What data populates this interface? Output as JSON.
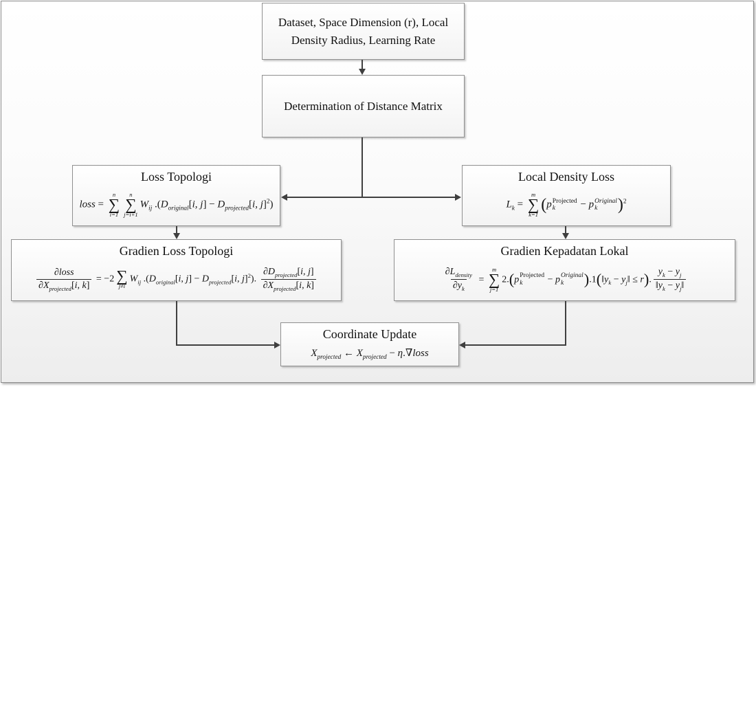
{
  "colors": {
    "connector": "#3f3f3f",
    "box_border": "#8f8f8f",
    "frame_border": "#8c8c8c",
    "background_bottom": "#ededed"
  },
  "flowchart": {
    "nodes": {
      "input": {
        "label": "Dataset, Space Dimension (r), Local Density Radius, Learning Rate"
      },
      "distance_matrix": {
        "label": "Determination of Distance Matrix"
      },
      "loss_topology": {
        "title": "Loss Topologi",
        "formula_text": "loss = Σ_{i=1}^{n} Σ_{j=i+1}^{n} W_ij .(D_original[i, j] − D_projected[i, j]²)",
        "formula_html": "<i>loss</i> = <span class='sum'><span class='top'>n</span><span class='sig'>∑</span><span class='bot'>i=1</span></span><span class='sum'><span class='top'>n</span><span class='sig'>∑</span><span class='bot'>j=i+1</span></span><i>W</i><sub>ij</sub> .(<i>D</i><sub>original</sub>[<i>i</i>, <i>j</i>] − <i>D</i><sub>projected</sub>[<i>i</i>, <i>j</i>]<sup>2</sup>)"
      },
      "local_density_loss": {
        "title": "Local Density Loss",
        "formula_text": "L_k = Σ_{k=1}^{m} ( p_k^Projected − p_k^Original )²",
        "formula_html": "<i>L</i><sub>k</sub> = <span class='sum'><span class='top'>m</span><span class='sig'>∑</span><span class='bot'>k=1</span></span><span class='bigp'>(</span><i>p</i><span class='stack'><span class='s-top'>Projected</span><span class='s-bot'>k</span></span> − <i>p</i><span class='stack'><span class='s-top'><i>Original</i></span><span class='s-bot'>k</span></span><span class='bigp'>)</span><sup>2</sup>"
      },
      "gradient_loss_topology": {
        "title": "Gradien Loss Topologi",
        "formula_text": "∂loss/∂X_projected[i,k] = −2 Σ_{j≠i} W_ij .(D_original[i, j] − D_projected[i, j]²). ∂D_projected[i, j]/∂X_projected[i, k]",
        "formula_html": "<span class='frac'><span class='num'>∂<i>loss</i></span><span class='den'>∂<i>X</i><sub>projected</sub>[<i>i</i>, <i>k</i>]</span></span> = −2<span class='sum'><span class='sig'>∑</span><span class='bot'>j≠i</span></span><i>W</i><sub>ij</sub> .(<i>D</i><sub>original</sub>[<i>i</i>, <i>j</i>] − <i>D</i><sub>projected</sub>[<i>i</i>, <i>j</i>]<sup>2</sup>). <span class='frac'><span class='num'>∂<i>D</i><sub>projected</sub>[<i>i</i>, <i>j</i>]</span><span class='den'>∂<i>X</i><sub>projected</sub>[<i>i</i>, <i>k</i>]</span></span>"
      },
      "gradient_local_density": {
        "title": "Gradien Kepadatan Lokal",
        "formula_text": "∂L_density/∂y_k = Σ_{j=1}^{m} 2.( p_k^Projected − p_k^Original ).1(‖y_k − y_j‖ ≤ r). (y_k − y_j)/‖y_k − y_j‖",
        "formula_html": "<span class='frac'><span class='num'>∂<i>L</i><sub>density</sub></span><span class='den'>∂<i>y</i><sub>k</sub></span></span> = <span class='sum'><span class='top'>m</span><span class='sig'>∑</span><span class='bot'>j=1</span></span>2.<span class='bigp'>(</span><i>p</i><span class='stack'><span class='s-top'>Projected</span><span class='s-bot'>k</span></span> − <i>p</i><span class='stack'><span class='s-top'><i>Original</i></span><span class='s-bot'>k</span></span><span class='bigp'>)</span>.1<span class='bigp'>(</span>‖<i>y</i><sub>k</sub> − <i>y</i><sub>j</sub>‖ ≤ <i>r</i><span class='bigp'>)</span>.<span class='frac'><span class='num'><i>y</i><sub>k</sub> − <i>y</i><sub>j</sub></span><span class='den'>‖<i>y</i><sub>k</sub> − <i>y</i><sub>j</sub>‖</span></span>"
      },
      "coordinate_update": {
        "title": "Coordinate Update",
        "formula_text": "X_projected ← X_projected − η.∇loss",
        "formula_html": "<i>X</i><sub>projected</sub> ← <i>X</i><sub>projected</sub> − <i>η</i>.∇<i>loss</i>"
      }
    },
    "edges": [
      {
        "from": "input",
        "to": "distance_matrix"
      },
      {
        "from": "distance_matrix",
        "to": "loss_topology"
      },
      {
        "from": "distance_matrix",
        "to": "local_density_loss"
      },
      {
        "from": "loss_topology",
        "to": "gradient_loss_topology"
      },
      {
        "from": "local_density_loss",
        "to": "gradient_local_density"
      },
      {
        "from": "gradient_loss_topology",
        "to": "coordinate_update"
      },
      {
        "from": "gradient_local_density",
        "to": "coordinate_update"
      }
    ]
  }
}
